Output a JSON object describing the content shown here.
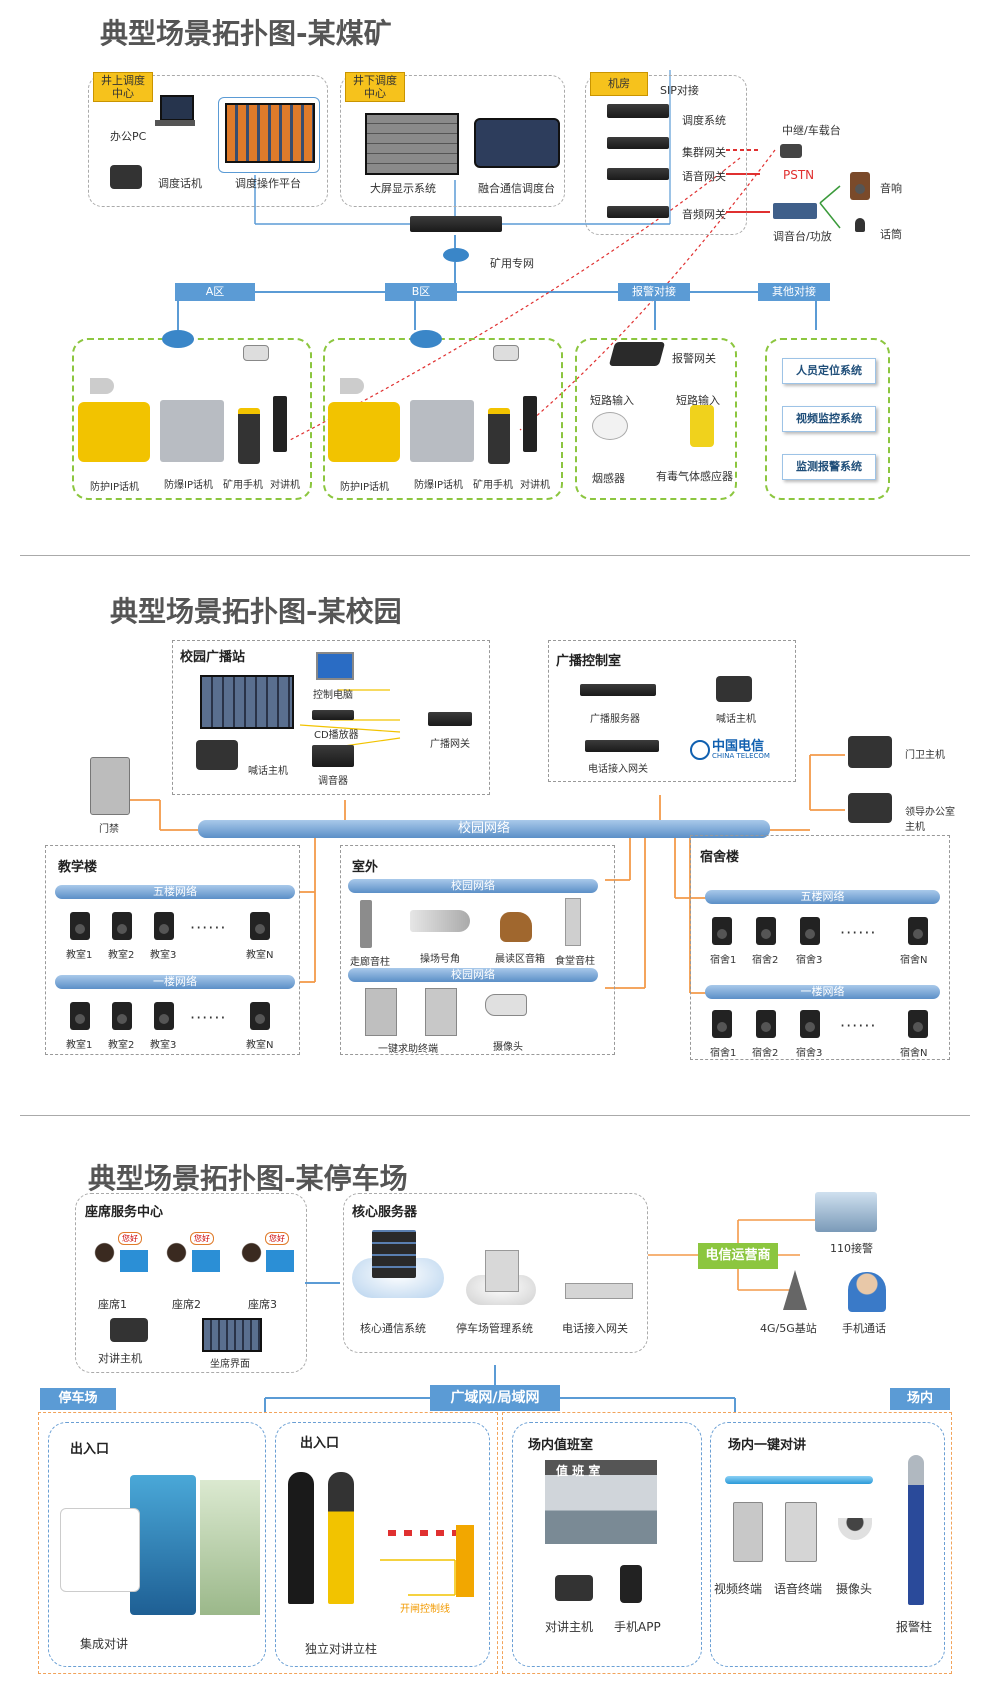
{
  "coal": {
    "title": "典型场景拓扑图-某煤矿",
    "above_center": "井上调度中心",
    "below_center": "井下调度中心",
    "machine_room": "机房",
    "office_pc": "办公PC",
    "dispatch_phone": "调度话机",
    "dispatch_platform": "调度操作平台",
    "big_screen": "大屏显示系统",
    "fusion_console": "融合通信调度台",
    "sip": "SIP对接",
    "dispatch_system": "调度系统",
    "cluster_gw": "集群网关",
    "voice_gw": "语音网关",
    "audio_gw": "音频网关",
    "relay": "中继/车载台",
    "pstn": "PSTN",
    "speaker": "音响",
    "mic": "话筒",
    "mixer": "调音台/功放",
    "mine_net": "矿用专网",
    "zone_a": "A区",
    "zone_b": "B区",
    "alarm_dock": "报警对接",
    "other_dock": "其他对接",
    "alarm_gw": "报警网关",
    "short_in1": "短路输入",
    "short_in2": "短路输入",
    "smoke": "烟感器",
    "toxic": "有毒气体感应器",
    "sys1": "人员定位系统",
    "sys2": "视频监控系统",
    "sys3": "监测报警系统",
    "dev_a": [
      "防护IP话机",
      "防爆IP话机",
      "矿用手机",
      "对讲机"
    ],
    "dev_b": [
      "防护IP话机",
      "防爆IP话机",
      "矿用手机",
      "对讲机"
    ]
  },
  "campus": {
    "title": "典型场景拓扑图-某校园",
    "broadcast_station": "校园广播站",
    "control_pc": "控制电脑",
    "cd": "CD播放器",
    "tuner": "调音器",
    "shout_host": "喊话主机",
    "broadcast_gw": "广播网关",
    "control_room": "广播控制室",
    "bc_server": "广播服务器",
    "shout_host2": "喊话主机",
    "tel_gw": "电话接入网关",
    "telecom_cn": "中国电信",
    "telecom_en": "CHINA TELECOM",
    "door": "门禁",
    "guard": "门卫主机",
    "leader": "领导办公室主机",
    "campus_net": "校园网络",
    "teach": "教学楼",
    "outdoor": "室外",
    "dorm": "宿舍楼",
    "floor5": "五楼网络",
    "floor1": "一楼网络",
    "c_net1": "校园网络",
    "c_net2": "校园网络",
    "dorm5": "五楼网络",
    "dorm1": "一楼网络",
    "class_top": [
      "教室1",
      "教室2",
      "教室3",
      "教室N"
    ],
    "class_bot": [
      "教室1",
      "教室2",
      "教室3",
      "教室N"
    ],
    "dorm_top": [
      "宿舍1",
      "宿舍2",
      "宿舍3",
      "宿舍N"
    ],
    "dorm_bot": [
      "宿舍1",
      "宿舍2",
      "宿舍3",
      "宿舍N"
    ],
    "out_top": [
      "走廊音柱",
      "操场号角",
      "晨读区音箱",
      "食堂音柱"
    ],
    "out_bot": [
      "一键求助终端",
      "摄像头"
    ]
  },
  "parking": {
    "title": "典型场景拓扑图-某停车场",
    "seat_center": "座席服务中心",
    "seat1": "座席1",
    "seat2": "座席2",
    "seat3": "座席3",
    "hello": "您好",
    "intercom_host": "对讲主机",
    "seat_ui": "坐席界面",
    "core_server": "核心服务器",
    "core_comm": "核心通信系统",
    "parking_mgmt": "停车场管理系统",
    "tel_gw": "电话接入网关",
    "telecom_op": "电信运营商",
    "alarm110": "110接警",
    "bs": "4G/5G基站",
    "mobile_call": "手机通话",
    "wan": "广域网/局域网",
    "lot": "停车场",
    "inside": "场内",
    "entrance1": "出入口",
    "entrance2": "出入口",
    "integrated": "集成对讲",
    "pillar": "独立对讲立柱",
    "gate_ctrl": "开闸控制线",
    "duty_room": "场内值班室",
    "duty_sign": "值 班 室",
    "intercom2": "对讲主机",
    "app": "手机APP",
    "one_key": "场内一键对讲",
    "video_term": "视频终端",
    "voice_term": "语音终端",
    "camera": "摄像头",
    "alarm_post": "报警柱"
  }
}
